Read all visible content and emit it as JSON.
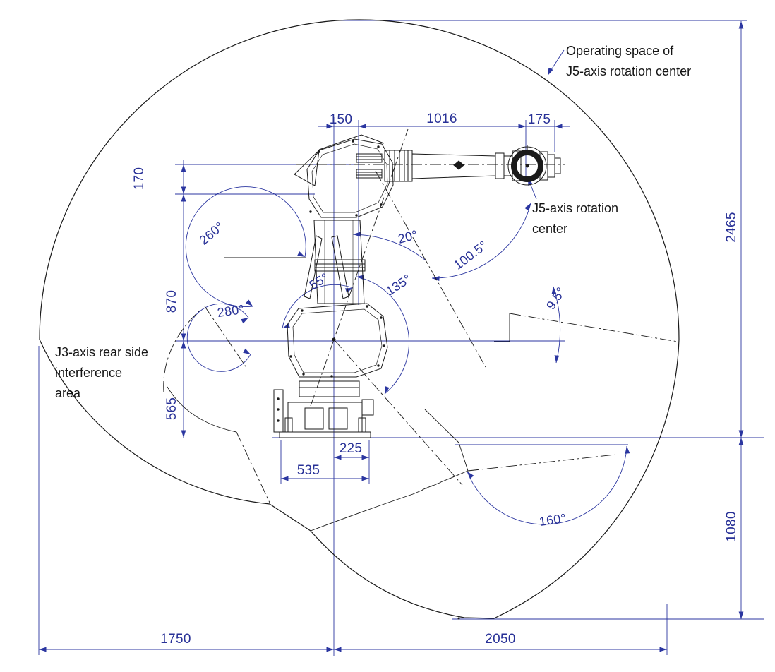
{
  "title": "Robot operating space diagram",
  "labels": {
    "operating_space": [
      "Operating space of",
      "J5-axis rotation center"
    ],
    "j5_center": [
      "J5-axis rotation",
      "center"
    ],
    "j3_interference": [
      "J3-axis rear side",
      "interference",
      "area"
    ]
  },
  "dimensions": {
    "d150": "150",
    "d1016": "1016",
    "d175": "175",
    "d170": "170",
    "d870": "870",
    "d565": "565",
    "d2465": "2465",
    "d1080": "1080",
    "d225": "225",
    "d535": "535",
    "d1750": "1750",
    "d2050": "2050"
  },
  "angles": {
    "a260": "260°",
    "a280": "280°",
    "a20": "20°",
    "a1005": "100.5°",
    "a55": "55°",
    "a135": "135°",
    "a95": "9.5°",
    "a160": "160°"
  },
  "colors": {
    "dimension_blue": "#2b36a0",
    "line_black": "#1a1a1a",
    "background": "#ffffff"
  }
}
